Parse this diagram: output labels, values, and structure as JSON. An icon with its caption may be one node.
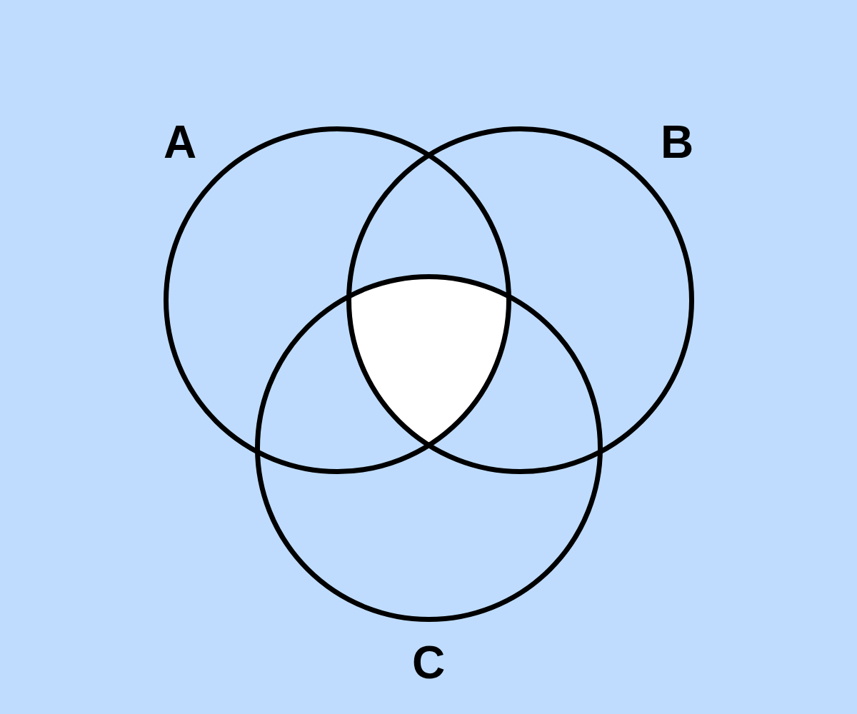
{
  "diagram": {
    "nodes": [
      {
        "text": [
          "A"
        ]
      },
      {
        "text": [
          "B"
        ]
      },
      {
        "text": [
          "C"
        ]
      },
      {
        "text": [],
        "shape": "region"
      }
    ]
  }
}
